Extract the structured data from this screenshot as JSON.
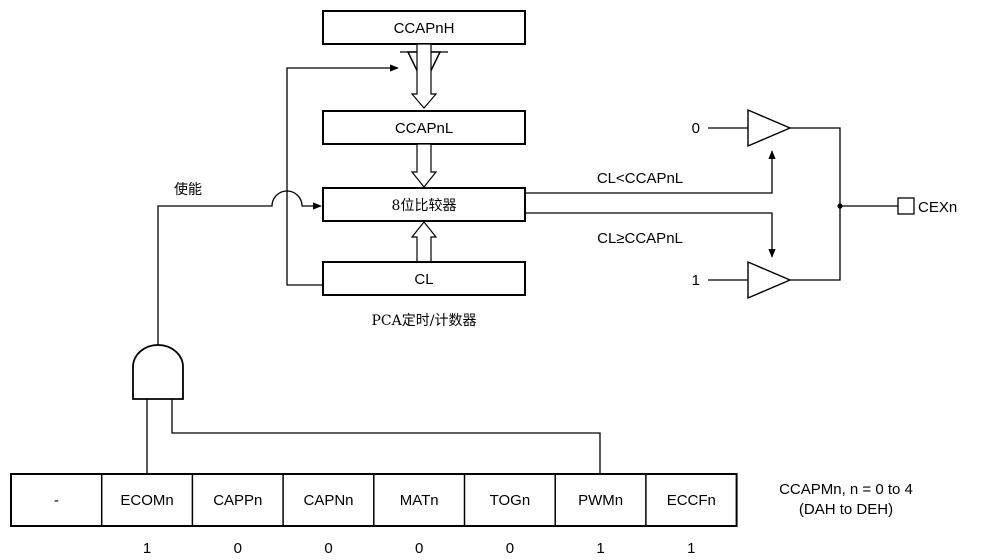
{
  "blocks": {
    "ccapnh": "CCAPnH",
    "ccapnl": "CCAPnL",
    "comparator": "8位比较器",
    "cl": "CL",
    "pca_caption": "PCA定时/计数器"
  },
  "enable_label": "使能",
  "signals": {
    "less_than": "CL<CCAPnL",
    "greater_equal": "CL≥CCAPnL",
    "in0": "0",
    "in1": "1",
    "output": "CEXn"
  },
  "register": {
    "name_line1": "CCAPMn, n = 0 to 4",
    "name_line2": "(DAH to DEH)",
    "bits": [
      {
        "name": "-",
        "value": ""
      },
      {
        "name": "ECOMn",
        "value": "1"
      },
      {
        "name": "CAPPn",
        "value": "0"
      },
      {
        "name": "CAPNn",
        "value": "0"
      },
      {
        "name": "MATn",
        "value": "0"
      },
      {
        "name": "TOGn",
        "value": "0"
      },
      {
        "name": "PWMn",
        "value": "1"
      },
      {
        "name": "ECCFn",
        "value": "1"
      }
    ]
  }
}
